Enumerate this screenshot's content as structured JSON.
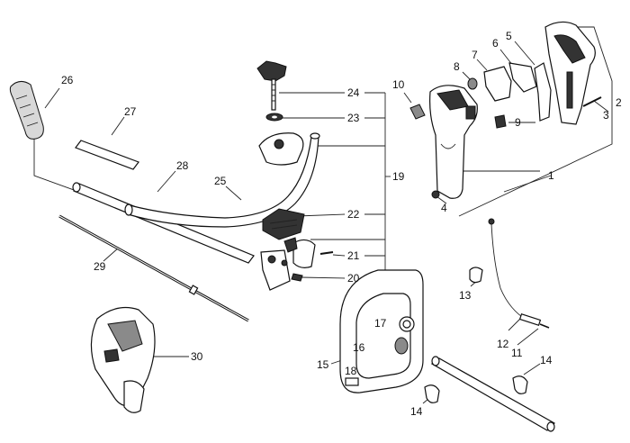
{
  "callouts": [
    {
      "id": "c1",
      "label": "1"
    },
    {
      "id": "c2",
      "label": "2"
    },
    {
      "id": "c3",
      "label": "3"
    },
    {
      "id": "c4",
      "label": "4"
    },
    {
      "id": "c5",
      "label": "5"
    },
    {
      "id": "c6",
      "label": "6"
    },
    {
      "id": "c7",
      "label": "7"
    },
    {
      "id": "c8",
      "label": "8"
    },
    {
      "id": "c9",
      "label": "9"
    },
    {
      "id": "c10",
      "label": "10"
    },
    {
      "id": "c11",
      "label": "11"
    },
    {
      "id": "c12",
      "label": "12"
    },
    {
      "id": "c13",
      "label": "13"
    },
    {
      "id": "c14a",
      "label": "14"
    },
    {
      "id": "c14b",
      "label": "14"
    },
    {
      "id": "c15",
      "label": "15"
    },
    {
      "id": "c16",
      "label": "16"
    },
    {
      "id": "c17",
      "label": "17"
    },
    {
      "id": "c18",
      "label": "18"
    },
    {
      "id": "c19",
      "label": "19"
    },
    {
      "id": "c20",
      "label": "20"
    },
    {
      "id": "c21",
      "label": "21"
    },
    {
      "id": "c22",
      "label": "22"
    },
    {
      "id": "c23",
      "label": "23"
    },
    {
      "id": "c24",
      "label": "24"
    },
    {
      "id": "c25",
      "label": "25"
    },
    {
      "id": "c26",
      "label": "26"
    },
    {
      "id": "c27",
      "label": "27"
    },
    {
      "id": "c28",
      "label": "28"
    },
    {
      "id": "c29",
      "label": "29"
    },
    {
      "id": "c30",
      "label": "30"
    }
  ]
}
